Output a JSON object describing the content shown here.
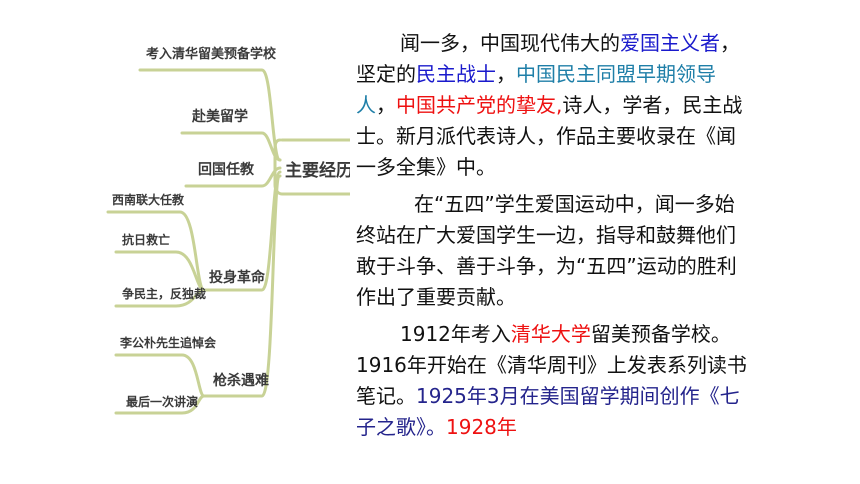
{
  "mindmap": {
    "center": "主要经历",
    "branches": {
      "b1": "考入清华留美预备学校",
      "b2": "赴美留学",
      "b3": "回国任教",
      "b4": "投身革命",
      "b5": "枪杀遇难"
    },
    "subitems": {
      "s1": "西南联大任教",
      "s2": "抗日救亡",
      "s3": "争民主，反独裁",
      "s4": "李公朴先生追悼会",
      "s5": "最后一次讲演"
    },
    "colors": {
      "line": "#c8d296",
      "text": "#3a3a3a"
    }
  },
  "text": {
    "p1": {
      "a": "闻一多，中国现代伟大的",
      "b": "爱国主义者",
      "c": "，坚定的",
      "d": "民主战士",
      "e": "，",
      "f": "中国民主同盟早期领导人",
      "g": "，",
      "h": "中国共产党的挚友,",
      "i": "诗人，学者，民主战士。新月派代表诗人，作品主要收录在《闻一多全集》中。"
    },
    "p2": "在“五四”学生爱国运动中，闻一多始终站在广大爱国学生一边，指导和鼓舞他们敢于斗争、善于斗争，为“五四”运动的胜利作出了重要贡献。",
    "p3": {
      "a": "1912年考入",
      "b": "清华大学",
      "c": "留美预备学校。1916年开始在《清华周刊》上发表系列读书笔记。",
      "d": "1925年3月在美国留学期间创作《七子之歌》。",
      "e": "1928年"
    },
    "colors": {
      "blue": "#1a1acc",
      "teal": "#1f7fa8",
      "red": "#ee1111",
      "navy": "#24248c"
    }
  }
}
